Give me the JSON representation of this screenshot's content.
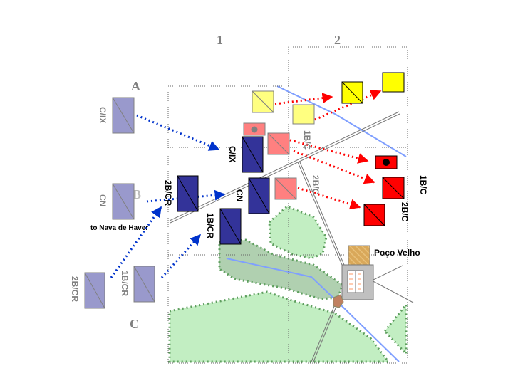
{
  "columns": [
    "1",
    "2"
  ],
  "rows": [
    "A",
    "B",
    "C"
  ],
  "places": {
    "town": "Poço Velho",
    "direction_note": "to Nava de Haver"
  },
  "units": {
    "reserve": [
      {
        "label": "C/IX"
      },
      {
        "label": "CN"
      },
      {
        "label": "2B/CR"
      },
      {
        "label": "1B/CR"
      }
    ],
    "front": [
      {
        "label": "C/IX"
      },
      {
        "label": "2B/CR"
      },
      {
        "label": "CN"
      },
      {
        "label": "1B/CR"
      }
    ],
    "opposing_start": [
      {
        "label": "1B/C"
      },
      {
        "label": "2B/C"
      }
    ],
    "opposing_end": [
      {
        "label": "1B/C"
      },
      {
        "label": "2B/C"
      }
    ]
  },
  "colors": {
    "reserve_fill": "#9999cc",
    "front_fill": "#333399",
    "opposing_start_fill": "#ff8080",
    "opposing_end_fill": "#ff0000",
    "yellow_start_fill": "#ffff80",
    "yellow_end_fill": "#ffff00",
    "woods_fill": "#c2eec2",
    "marsh_fill": "#b0d0b0",
    "river": "#7f9fff",
    "blue_arrow": "#0033cc",
    "red_arrow": "#ff0000"
  }
}
